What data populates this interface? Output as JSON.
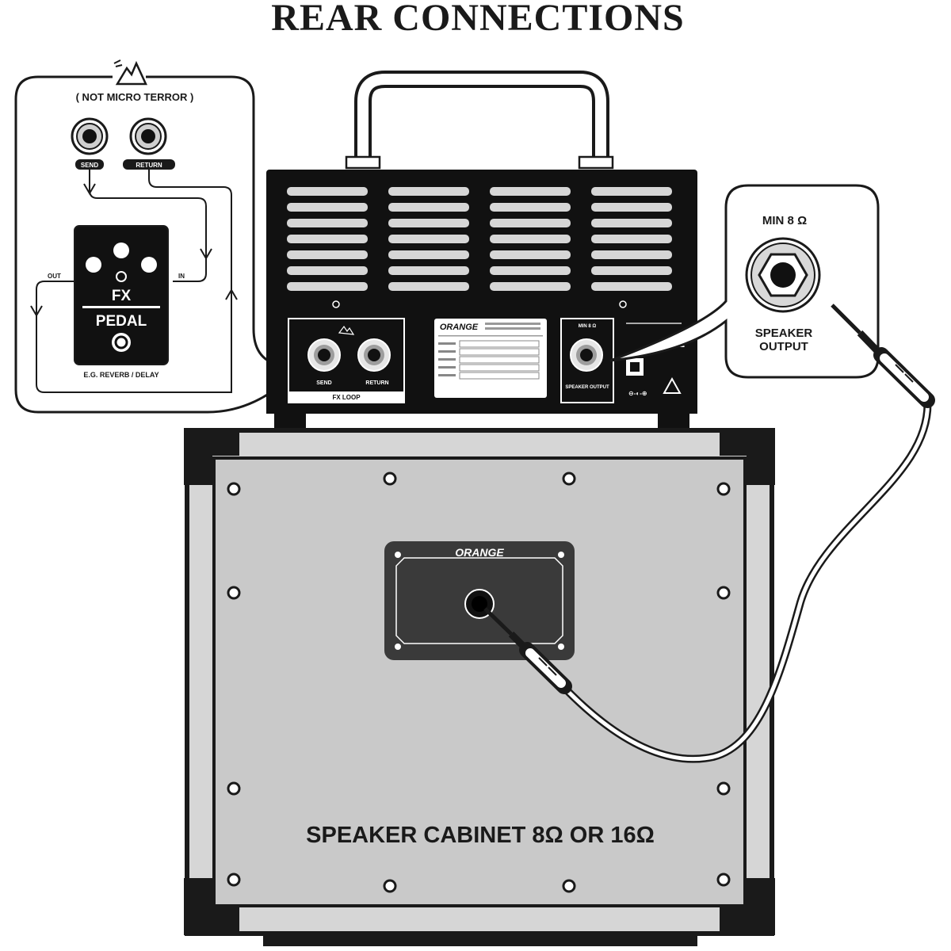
{
  "title": "REAR CONNECTIONS",
  "fx_callout": {
    "note": "( NOT MICRO TERROR )",
    "send_label": "SEND",
    "return_label": "RETURN",
    "pedal_out_label": "OUT",
    "pedal_in_label": "IN",
    "pedal_name_line1": "FX",
    "pedal_name_line2": "PEDAL",
    "pedal_example": "E.G. REVERB / DELAY"
  },
  "amp_head": {
    "brand": "ORANGE",
    "send_label": "SEND",
    "return_label": "RETURN",
    "fx_loop_label": "FX LOOP",
    "min_label": "MIN 8 Ω",
    "speaker_output_label": "SPEAKER OUTPUT"
  },
  "speaker_callout": {
    "min_label": "MIN 8 Ω",
    "output_label_line1": "SPEAKER",
    "output_label_line2": "OUTPUT"
  },
  "cabinet": {
    "brand": "ORANGE",
    "label": "SPEAKER CABINET 8Ω OR 16Ω"
  },
  "colors": {
    "ink": "#1a1a1a",
    "cabinet_panel": "#c9c9c9",
    "amp_body": "#111111",
    "vent": "#d6d6d6"
  }
}
